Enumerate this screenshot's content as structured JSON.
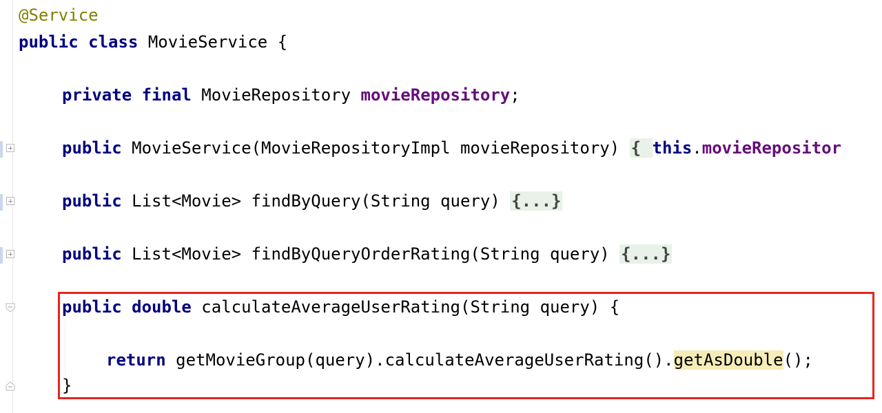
{
  "editor": {
    "lines": [
      {
        "parts": [
          {
            "t": "@Service",
            "c": "ann"
          }
        ]
      },
      {
        "parts": [
          {
            "t": "public",
            "c": "kw"
          },
          {
            "t": " "
          },
          {
            "t": "class",
            "c": "kw"
          },
          {
            "t": " MovieService {"
          }
        ]
      },
      {
        "parts": [
          {
            "t": "private",
            "c": "kw"
          },
          {
            "t": " "
          },
          {
            "t": "final",
            "c": "kw"
          },
          {
            "t": " MovieRepository "
          },
          {
            "t": "movieRepository",
            "c": "field"
          },
          {
            "t": ";"
          }
        ]
      },
      {
        "parts": [
          {
            "t": "public",
            "c": "kw"
          },
          {
            "t": " MovieService(MovieRepositoryImpl movieRepository) "
          },
          {
            "t": "{ ",
            "c": "folded"
          },
          {
            "t": "this",
            "c": "kw"
          },
          {
            "t": "."
          },
          {
            "t": "movieRepositor",
            "c": "field"
          }
        ]
      },
      {
        "parts": [
          {
            "t": "public",
            "c": "kw"
          },
          {
            "t": " List<Movie> findByQuery(String query) "
          },
          {
            "t": "{...}",
            "c": "folded"
          }
        ]
      },
      {
        "parts": [
          {
            "t": "public",
            "c": "kw"
          },
          {
            "t": " List<Movie> findByQueryOrderRating(String query) "
          },
          {
            "t": "{...}",
            "c": "folded"
          }
        ]
      },
      {
        "parts": [
          {
            "t": "public",
            "c": "kw"
          },
          {
            "t": " "
          },
          {
            "t": "double",
            "c": "kw"
          },
          {
            "t": " calculateAverageUserRating(String query) {"
          }
        ]
      },
      {
        "parts": [
          {
            "t": "return",
            "c": "kw"
          },
          {
            "t": " getMovieGroup(query).calculateAverageUserRating()."
          },
          {
            "t": "getAsDouble",
            "c": "hl"
          },
          {
            "t": "();"
          }
        ]
      },
      {
        "parts": [
          {
            "t": "}"
          }
        ]
      }
    ]
  }
}
